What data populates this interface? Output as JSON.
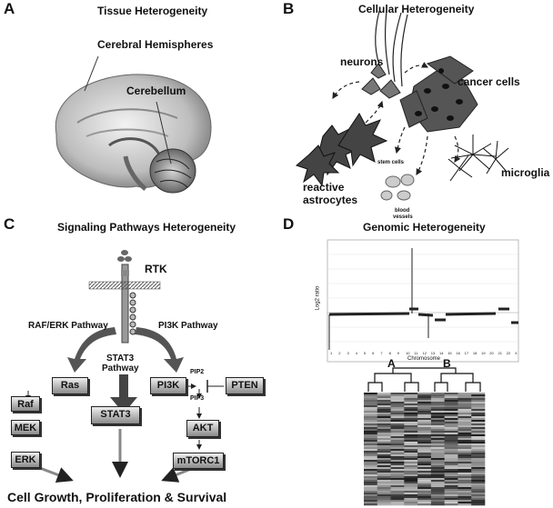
{
  "panels": {
    "a": {
      "letter": "A",
      "title": "Tissue Heterogeneity",
      "labels": {
        "hemispheres": "Cerebral Hemispheres",
        "cerebellum": "Cerebellum"
      }
    },
    "b": {
      "letter": "B",
      "title": "Cellular Heterogeneity",
      "labels": {
        "neurons": "neurons",
        "cancer": "cancer cells",
        "reactive": "reactive",
        "astrocytes": "astrocytes",
        "stem": "stem cells",
        "blood1": "blood",
        "blood2": "vessels",
        "microglia": "microglia"
      }
    },
    "c": {
      "letter": "C",
      "title": "Signaling Pathways Heterogeneity",
      "labels": {
        "rtk": "RTK",
        "raf_erk": "RAF/ERK Pathway",
        "pi3k_path": "PI3K Pathway",
        "stat3_1": "STAT3",
        "stat3_2": "Pathway",
        "pip2": "PIP2",
        "pip3": "PIP3",
        "outcome": "Cell Growth, Proliferation & Survival"
      },
      "nodes": {
        "ras": "Ras",
        "stat3": "STAT3",
        "pi3k": "PI3K",
        "pten": "PTEN",
        "raf": "Raf",
        "mek": "MEK",
        "akt": "AKT",
        "erk": "ERK",
        "mtorc1": "mTORC1"
      }
    },
    "d": {
      "letter": "D",
      "title": "Genomic Heterogeneity",
      "plot": {
        "ylabel": "Log2 ratio",
        "xlabel": "Chromosome",
        "chromosomes": [
          "1",
          "2",
          "3",
          "4",
          "5",
          "6",
          "7",
          "8",
          "9",
          "10",
          "11",
          "12",
          "13",
          "14",
          "15",
          "16",
          "17",
          "18",
          "19",
          "20",
          "21",
          "22",
          "X"
        ]
      },
      "clusters": {
        "a": "A",
        "b": "B"
      }
    }
  }
}
